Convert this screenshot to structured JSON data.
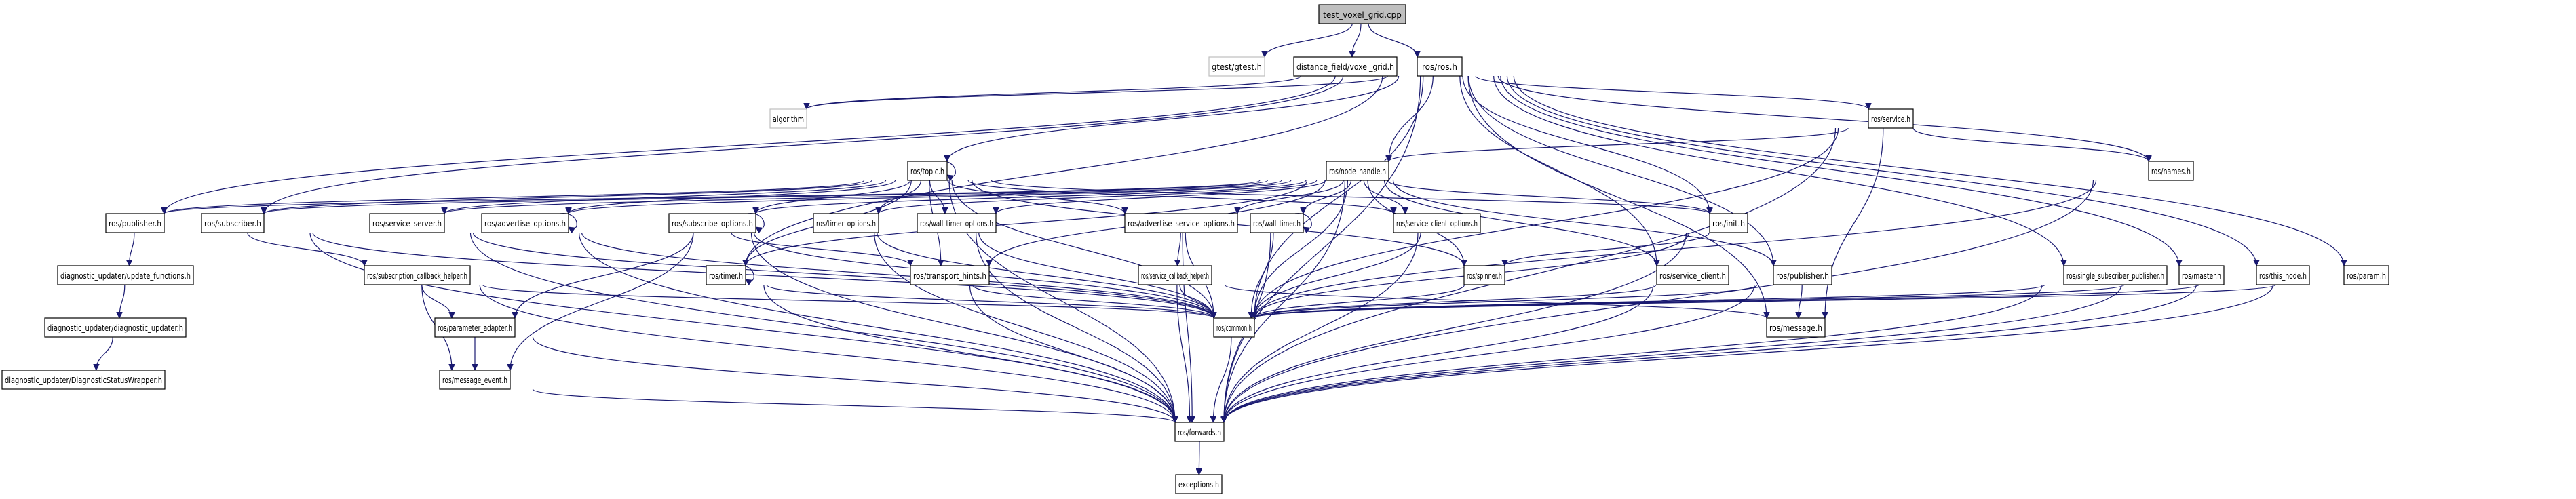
{
  "graph": {
    "title": "test_voxel_grid.cpp include dependency graph",
    "edge_color": "#191970",
    "root_fill": "#bfbfbf",
    "nodes": [
      {
        "id": "root",
        "label": "test_voxel_grid.cpp",
        "kind": "root"
      },
      {
        "id": "gtest",
        "label": "gtest/gtest.h",
        "kind": "external"
      },
      {
        "id": "voxel_grid",
        "label": "distance_field/voxel_grid.h",
        "kind": "normal"
      },
      {
        "id": "ros",
        "label": "ros/ros.h",
        "kind": "normal"
      },
      {
        "id": "algorithm",
        "label": "algorithm",
        "kind": "external"
      },
      {
        "id": "service",
        "label": "ros/service.h",
        "kind": "normal"
      },
      {
        "id": "topic",
        "label": "ros/topic.h",
        "kind": "normal"
      },
      {
        "id": "node_handle",
        "label": "ros/node_handle.h",
        "kind": "normal"
      },
      {
        "id": "names",
        "label": "ros/names.h",
        "kind": "normal"
      },
      {
        "id": "publisher_left",
        "label": "ros/publisher.h",
        "kind": "normal"
      },
      {
        "id": "subscriber",
        "label": "ros/subscriber.h",
        "kind": "normal"
      },
      {
        "id": "service_server",
        "label": "ros/service_server.h",
        "kind": "normal"
      },
      {
        "id": "advertise_options",
        "label": "ros/advertise_options.h",
        "kind": "normal"
      },
      {
        "id": "subscribe_options",
        "label": "ros/subscribe_options.h",
        "kind": "normal"
      },
      {
        "id": "timer_options",
        "label": "ros/timer_options.h",
        "kind": "normal"
      },
      {
        "id": "wall_timer_options",
        "label": "ros/wall_timer_options.h",
        "kind": "normal"
      },
      {
        "id": "advertise_service_options",
        "label": "ros/advertise_service_options.h",
        "kind": "normal"
      },
      {
        "id": "wall_timer",
        "label": "ros/wall_timer.h",
        "kind": "normal"
      },
      {
        "id": "service_client_options",
        "label": "ros/service_client_options.h",
        "kind": "normal"
      },
      {
        "id": "init",
        "label": "ros/init.h",
        "kind": "normal"
      },
      {
        "id": "update_functions",
        "label": "diagnostic_updater/update_functions.h",
        "kind": "normal"
      },
      {
        "id": "diagnostic_updater",
        "label": "diagnostic_updater/diagnostic_updater.h",
        "kind": "normal"
      },
      {
        "id": "status_wrapper",
        "label": "diagnostic_updater/DiagnosticStatusWrapper.h",
        "kind": "normal"
      },
      {
        "id": "subscription_callback_helper",
        "label": "ros/subscription_callback_helper.h",
        "kind": "normal"
      },
      {
        "id": "timer",
        "label": "ros/timer.h",
        "kind": "normal"
      },
      {
        "id": "transport_hints",
        "label": "ros/transport_hints.h",
        "kind": "normal"
      },
      {
        "id": "service_callback_helper",
        "label": "ros/service_callback_helper.h",
        "kind": "normal"
      },
      {
        "id": "spinner",
        "label": "ros/spinner.h",
        "kind": "normal"
      },
      {
        "id": "service_client",
        "label": "ros/service_client.h",
        "kind": "normal"
      },
      {
        "id": "publisher",
        "label": "ros/publisher.h",
        "kind": "normal"
      },
      {
        "id": "single_subscriber_publisher",
        "label": "ros/single_subscriber_publisher.h",
        "kind": "normal"
      },
      {
        "id": "master",
        "label": "ros/master.h",
        "kind": "normal"
      },
      {
        "id": "this_node",
        "label": "ros/this_node.h",
        "kind": "normal"
      },
      {
        "id": "param",
        "label": "ros/param.h",
        "kind": "normal"
      },
      {
        "id": "parameter_adapter",
        "label": "ros/parameter_adapter.h",
        "kind": "normal"
      },
      {
        "id": "message_event",
        "label": "ros/message_event.h",
        "kind": "normal"
      },
      {
        "id": "common",
        "label": "ros/common.h",
        "kind": "normal"
      },
      {
        "id": "message",
        "label": "ros/message.h",
        "kind": "normal"
      },
      {
        "id": "forwards",
        "label": "ros/forwards.h",
        "kind": "normal"
      },
      {
        "id": "exceptions",
        "label": "exceptions.h",
        "kind": "normal"
      }
    ],
    "edges": [
      [
        "root",
        "gtest"
      ],
      [
        "root",
        "voxel_grid"
      ],
      [
        "root",
        "ros"
      ],
      [
        "voxel_grid",
        "algorithm"
      ],
      [
        "ros",
        "algorithm"
      ],
      [
        "ros",
        "service"
      ],
      [
        "ros",
        "topic"
      ],
      [
        "ros",
        "node_handle"
      ],
      [
        "ros",
        "names"
      ],
      [
        "ros",
        "publisher_left"
      ],
      [
        "ros",
        "subscriber"
      ],
      [
        "ros",
        "init"
      ],
      [
        "ros",
        "single_subscriber_publisher"
      ],
      [
        "ros",
        "master"
      ],
      [
        "ros",
        "this_node"
      ],
      [
        "ros",
        "param"
      ],
      [
        "ros",
        "publisher"
      ],
      [
        "ros",
        "common"
      ],
      [
        "ros",
        "forwards"
      ],
      [
        "ros",
        "timer"
      ],
      [
        "ros",
        "message"
      ],
      [
        "ros",
        "service_client"
      ],
      [
        "service",
        "node_handle"
      ],
      [
        "service",
        "names"
      ],
      [
        "service",
        "common"
      ],
      [
        "service",
        "forwards"
      ],
      [
        "service",
        "message"
      ],
      [
        "topic",
        "topic"
      ],
      [
        "topic",
        "publisher_left"
      ],
      [
        "topic",
        "subscriber"
      ],
      [
        "topic",
        "service_server"
      ],
      [
        "topic",
        "advertise_options"
      ],
      [
        "topic",
        "subscribe_options"
      ],
      [
        "topic",
        "timer_options"
      ],
      [
        "topic",
        "wall_timer_options"
      ],
      [
        "topic",
        "advertise_service_options"
      ],
      [
        "topic",
        "timer"
      ],
      [
        "topic",
        "transport_hints"
      ],
      [
        "topic",
        "spinner"
      ],
      [
        "topic",
        "init"
      ],
      [
        "topic",
        "service_client_options"
      ],
      [
        "topic",
        "common"
      ],
      [
        "topic",
        "forwards"
      ],
      [
        "node_handle",
        "publisher_left"
      ],
      [
        "node_handle",
        "subscriber"
      ],
      [
        "node_handle",
        "service_server"
      ],
      [
        "node_handle",
        "advertise_options"
      ],
      [
        "node_handle",
        "subscribe_options"
      ],
      [
        "node_handle",
        "timer_options"
      ],
      [
        "node_handle",
        "wall_timer_options"
      ],
      [
        "node_handle",
        "advertise_service_options"
      ],
      [
        "node_handle",
        "wall_timer"
      ],
      [
        "node_handle",
        "service_client_options"
      ],
      [
        "node_handle",
        "init"
      ],
      [
        "node_handle",
        "timer"
      ],
      [
        "node_handle",
        "transport_hints"
      ],
      [
        "node_handle",
        "spinner"
      ],
      [
        "node_handle",
        "service_client"
      ],
      [
        "node_handle",
        "publisher"
      ],
      [
        "node_handle",
        "common"
      ],
      [
        "node_handle",
        "forwards"
      ],
      [
        "names",
        "common"
      ],
      [
        "names",
        "forwards"
      ],
      [
        "publisher_left",
        "update_functions"
      ],
      [
        "update_functions",
        "diagnostic_updater"
      ],
      [
        "diagnostic_updater",
        "status_wrapper"
      ],
      [
        "subscriber",
        "subscription_callback_helper"
      ],
      [
        "subscriber",
        "common"
      ],
      [
        "subscriber",
        "forwards"
      ],
      [
        "service_server",
        "common"
      ],
      [
        "service_server",
        "forwards"
      ],
      [
        "advertise_options",
        "advertise_options"
      ],
      [
        "advertise_options",
        "common"
      ],
      [
        "advertise_options",
        "forwards"
      ],
      [
        "subscribe_options",
        "subscribe_options"
      ],
      [
        "subscribe_options",
        "transport_hints"
      ],
      [
        "subscribe_options",
        "parameter_adapter"
      ],
      [
        "subscribe_options",
        "message_event"
      ],
      [
        "subscribe_options",
        "common"
      ],
      [
        "subscribe_options",
        "forwards"
      ],
      [
        "timer_options",
        "common"
      ],
      [
        "timer_options",
        "forwards"
      ],
      [
        "wall_timer_options",
        "common"
      ],
      [
        "wall_timer_options",
        "forwards"
      ],
      [
        "advertise_service_options",
        "service_callback_helper"
      ],
      [
        "advertise_service_options",
        "common"
      ],
      [
        "advertise_service_options",
        "forwards"
      ],
      [
        "wall_timer",
        "wall_timer"
      ],
      [
        "wall_timer",
        "common"
      ],
      [
        "wall_timer",
        "forwards"
      ],
      [
        "service_client_options",
        "common"
      ],
      [
        "service_client_options",
        "forwards"
      ],
      [
        "init",
        "spinner"
      ],
      [
        "init",
        "common"
      ],
      [
        "init",
        "forwards"
      ],
      [
        "subscription_callback_helper",
        "parameter_adapter"
      ],
      [
        "subscription_callback_helper",
        "message_event"
      ],
      [
        "subscription_callback_helper",
        "common"
      ],
      [
        "subscription_callback_helper",
        "forwards"
      ],
      [
        "timer",
        "timer"
      ],
      [
        "timer",
        "common"
      ],
      [
        "timer",
        "forwards"
      ],
      [
        "transport_hints",
        "common"
      ],
      [
        "transport_hints",
        "forwards"
      ],
      [
        "service_callback_helper",
        "common"
      ],
      [
        "service_callback_helper",
        "forwards"
      ],
      [
        "service_callback_helper",
        "message"
      ],
      [
        "spinner",
        "common"
      ],
      [
        "service_client",
        "common"
      ],
      [
        "service_client",
        "forwards"
      ],
      [
        "publisher",
        "message"
      ],
      [
        "publisher",
        "common"
      ],
      [
        "publisher",
        "forwards"
      ],
      [
        "single_subscriber_publisher",
        "common"
      ],
      [
        "single_subscriber_publisher",
        "forwards"
      ],
      [
        "master",
        "common"
      ],
      [
        "master",
        "forwards"
      ],
      [
        "this_node",
        "common"
      ],
      [
        "this_node",
        "forwards"
      ],
      [
        "param",
        "common"
      ],
      [
        "param",
        "forwards"
      ],
      [
        "parameter_adapter",
        "message_event"
      ],
      [
        "parameter_adapter",
        "forwards"
      ],
      [
        "message_event",
        "forwards"
      ],
      [
        "common",
        "forwards"
      ],
      [
        "forwards",
        "exceptions"
      ]
    ]
  }
}
